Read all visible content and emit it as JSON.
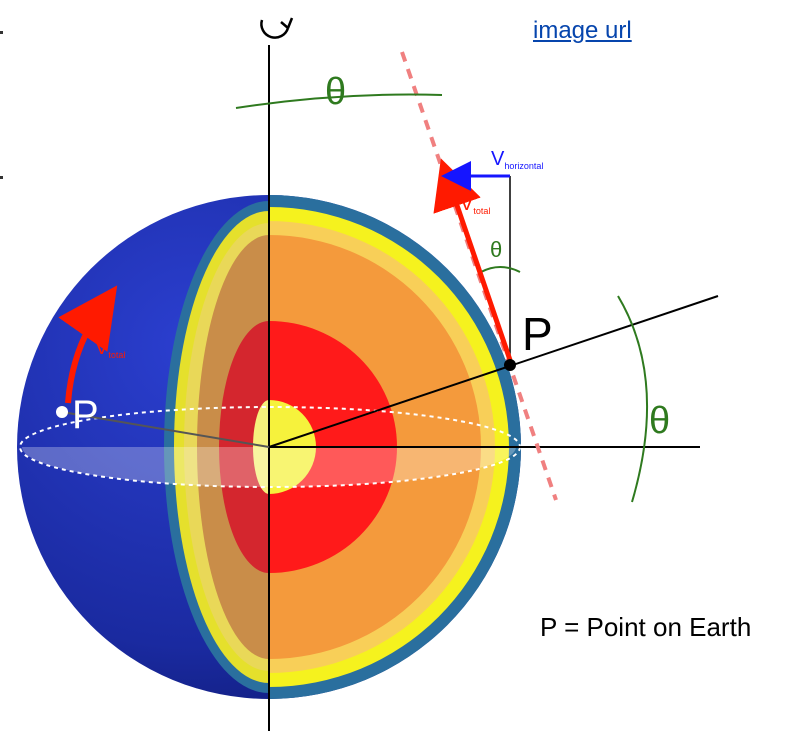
{
  "link": {
    "text": "image url"
  },
  "labels": {
    "theta": "θ",
    "point": "P",
    "v_total": "V",
    "v_total_sub": "total",
    "v_horizontal": "V",
    "v_horizontal_sub": "horizontal",
    "legend": "P = Point on Earth"
  },
  "colors": {
    "mantle_surface": "#1a2fa8",
    "crust": "#2a6f9e",
    "outer_layer": "#f5f21e",
    "mantle": "#f49a3c",
    "outer_core": "#ff1a1a",
    "inner_core": "#f6f23c",
    "theta_arc": "#2f7a1f",
    "v_total_arrow": "#ff1a00",
    "v_horizontal_arrow": "#1515ff",
    "tangent": "#f08080"
  },
  "icons": [
    "rotation-arrow-icon"
  ]
}
